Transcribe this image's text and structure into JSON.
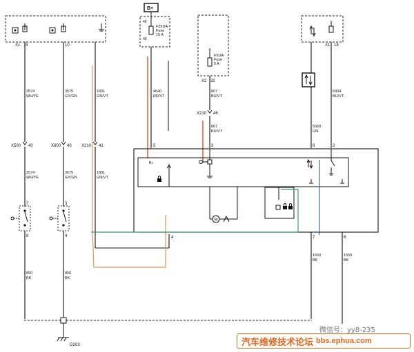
{
  "battery_symbol": "B+",
  "fuse_f25da": {
    "name": "F25DA",
    "type": "Fuse",
    "rating": "15 A",
    "pin_top": "48",
    "pin_bottom": "48"
  },
  "fuse_f5ua": {
    "name": "F5UA",
    "type": "Fuse",
    "rating": "5 A"
  },
  "connectors": {
    "x1_left_a": "X1",
    "x1_left_a_pin": "9",
    "x1_left_b_pin": "10",
    "x2": "X2",
    "x2_pin": "32",
    "x1_right": "X1",
    "x1_right_pin": "18",
    "x210_mid": "X210",
    "x210_mid_pin": "46",
    "x500": "X500",
    "x500_pin": "40",
    "x600": "X600",
    "x600_pin": "40",
    "x210_left": "X210",
    "x210_left_pin": "41"
  },
  "wires": {
    "w3574_top": {
      "circuit": "3574",
      "color": "WH/YE"
    },
    "w3575_top": {
      "circuit": "3575",
      "color": "GY/GN"
    },
    "w1801_top": {
      "circuit": "1801",
      "color": "GN/VT"
    },
    "w4640": {
      "circuit": "4640",
      "color": "RD/VT"
    },
    "w807_a": {
      "circuit": "807",
      "color": "BU/VT"
    },
    "w807_b": {
      "circuit": "807",
      "color": "BU/VT"
    },
    "w5904": {
      "circuit": "5904",
      "color": "BU/VT"
    },
    "w5060": {
      "circuit": "5060",
      "color": "GN"
    },
    "w3574_bot": {
      "circuit": "3574",
      "color": "WH/YE"
    },
    "w3575_bot": {
      "circuit": "3575",
      "color": "GY/GN"
    },
    "w1801_bot": {
      "circuit": "1801",
      "color": "GN/VT"
    },
    "w850_a": {
      "circuit": "850",
      "color": "BK"
    },
    "w850_b": {
      "circuit": "850",
      "color": "BK"
    },
    "w1650": {
      "circuit": "1650",
      "color": "BK"
    },
    "w1550": {
      "circuit": "1550",
      "color": "BK"
    }
  },
  "module_pins": {
    "p5": "5",
    "p3": "3",
    "p6": "6",
    "p2": "2",
    "p4": "4",
    "p7": "7",
    "p6b": "6"
  },
  "switch_pins": {
    "s1_top": "7",
    "s1_bot": "8",
    "s2_top": "3",
    "s2_bot": "4"
  },
  "ground": "G203",
  "watermark": {
    "wechat": "微信号：yy8-235",
    "site_cn": "汽车维修技术论坛",
    "site_url": "bbs.ephua.com"
  },
  "colors": {
    "red_wire": "#d9542a",
    "orange_wire": "#d9975a",
    "blue_wire": "#2f6fb5",
    "teal_wire": "#3c8f7a",
    "banner": "#e0651e"
  }
}
